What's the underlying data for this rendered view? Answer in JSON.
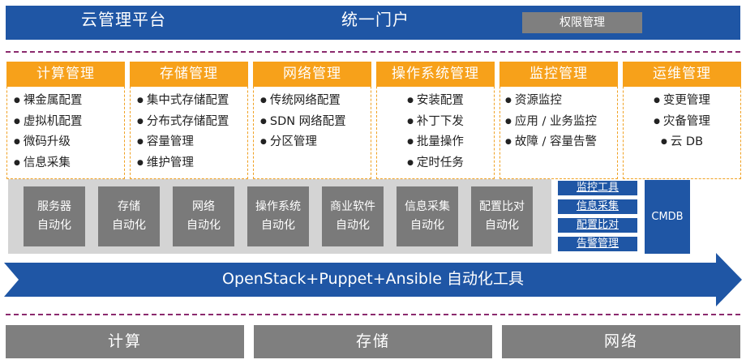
{
  "header": {
    "left_title": "云管理平台",
    "center_title": "统一门户",
    "button_label": "权限管理"
  },
  "modules": [
    {
      "title": "计算管理",
      "items": [
        "裸金属配置",
        "虚拟机配置",
        "微码升级",
        "信息采集"
      ]
    },
    {
      "title": "存储管理",
      "items": [
        "集中式存储配置",
        "分布式存储配置",
        "容量管理",
        "维护管理"
      ]
    },
    {
      "title": "网络管理",
      "items": [
        "传统网络配置",
        "SDN 网络配置",
        "分区管理"
      ]
    },
    {
      "title": "操作系统管理",
      "items": [
        "安装配置",
        "补丁下发",
        "批量操作",
        "定时任务"
      ]
    },
    {
      "title": "监控管理",
      "items": [
        "资源监控",
        "应用 / 业务监控",
        "故障 / 容量告警"
      ]
    },
    {
      "title": "运维管理",
      "items": [
        "变更管理",
        "灾备管理",
        "云 DB"
      ]
    }
  ],
  "automation": [
    {
      "line1": "服务器",
      "line2": "自动化"
    },
    {
      "line1": "存储",
      "line2": "自动化"
    },
    {
      "line1": "网络",
      "line2": "自动化"
    },
    {
      "line1": "操作系统",
      "line2": "自动化"
    },
    {
      "line1": "商业软件",
      "line2": "自动化"
    },
    {
      "line1": "信息采集",
      "line2": "自动化"
    },
    {
      "line1": "配置比对",
      "line2": "自动化"
    }
  ],
  "tools": [
    "监控工具",
    "信息采集",
    "配置比对",
    "告警管理"
  ],
  "cmdb": "CMDB",
  "arrow_label": "OpenStack+Puppet+Ansible 自动化工具",
  "infrastructure": [
    "计算",
    "存储",
    "网络"
  ],
  "colors": {
    "blue": "#1f56a5",
    "orange": "#f7a11a",
    "gray": "#7f7f7f",
    "light_gray": "#d4d4d4",
    "dash": "#8b2a6e"
  }
}
